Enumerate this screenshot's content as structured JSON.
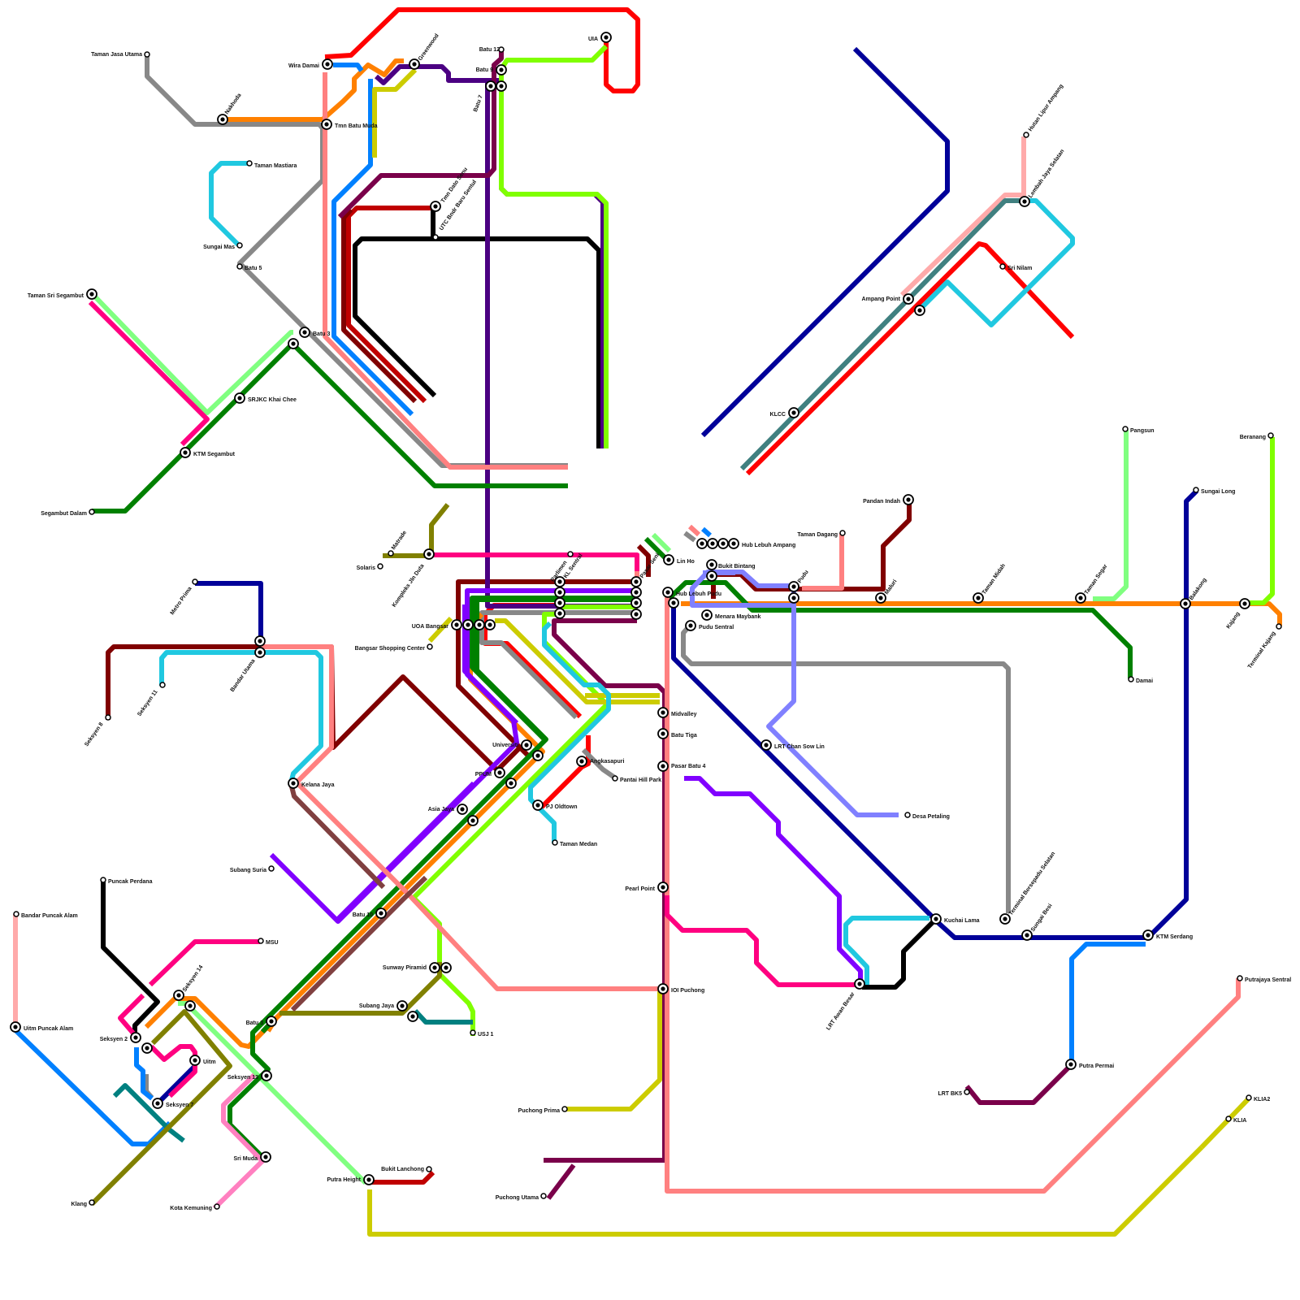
{
  "lines": [
    {
      "id": "red-north",
      "color": "#ff0000"
    },
    {
      "id": "red-ampang",
      "color": "#ff0000"
    },
    {
      "id": "red-angkasapuri",
      "color": "#ff0000"
    },
    {
      "id": "red-kl",
      "color": "#ff0000"
    },
    {
      "id": "crimson",
      "color": "#c00000"
    },
    {
      "id": "crimson-putra",
      "color": "#c00000"
    },
    {
      "id": "maroon-west",
      "color": "#800000"
    },
    {
      "id": "maroon-kl",
      "color": "#800000"
    },
    {
      "id": "maroon-pudu",
      "color": "#800000"
    },
    {
      "id": "maroon-east",
      "color": "#800000"
    },
    {
      "id": "maroon-2",
      "color": "#800000"
    },
    {
      "id": "black-north",
      "color": "#000000"
    },
    {
      "id": "black-south",
      "color": "#000000"
    },
    {
      "id": "black-puncak",
      "color": "#000000"
    },
    {
      "id": "black-west",
      "color": "#000000"
    },
    {
      "id": "grey-north",
      "color": "#888888"
    },
    {
      "id": "grey-south",
      "color": "#888888"
    },
    {
      "id": "grey-bangsar",
      "color": "#888888"
    },
    {
      "id": "grey-pantai",
      "color": "#888888"
    },
    {
      "id": "grey-stub",
      "color": "#888888"
    },
    {
      "id": "grey-klang",
      "color": "#888888"
    },
    {
      "id": "orange-north",
      "color": "#ff8000"
    },
    {
      "id": "orange-hub",
      "color": "#ff8000"
    },
    {
      "id": "orange-south",
      "color": "#ff8000"
    },
    {
      "id": "orange-kajang",
      "color": "#ff8000"
    },
    {
      "id": "orange-shah",
      "color": "#ff8000"
    },
    {
      "id": "blue-north",
      "color": "#0080ff"
    },
    {
      "id": "blue-stub",
      "color": "#0080ff"
    },
    {
      "id": "blue-puncak",
      "color": "#0080ff"
    },
    {
      "id": "blue-klang",
      "color": "#0080ff"
    },
    {
      "id": "blue-putra",
      "color": "#0080ff"
    },
    {
      "id": "blue-hub",
      "color": "#0080ff"
    },
    {
      "id": "navy-diag",
      "color": "#000099"
    },
    {
      "id": "navy-metro",
      "color": "#000099"
    },
    {
      "id": "navy-sungai",
      "color": "#000099"
    },
    {
      "id": "navy-kuchai",
      "color": "#000099"
    },
    {
      "id": "navy-klang",
      "color": "#000099"
    },
    {
      "id": "purple-north",
      "color": "#4b0082"
    },
    {
      "id": "purple-pasar",
      "color": "#4b0082"
    },
    {
      "id": "violet-main",
      "color": "#8000ff"
    },
    {
      "id": "violet-east",
      "color": "#8000ff"
    },
    {
      "id": "violet-subang",
      "color": "#8000ff"
    },
    {
      "id": "violet-2",
      "color": "#8000ff"
    },
    {
      "id": "plum-north",
      "color": "#7a004a"
    },
    {
      "id": "plum-kl",
      "color": "#7a004a"
    },
    {
      "id": "plum-bk",
      "color": "#7a004a"
    },
    {
      "id": "plum-mid",
      "color": "#7a004a"
    },
    {
      "id": "lime-north",
      "color": "#80ff00"
    },
    {
      "id": "lime-south",
      "color": "#80ff00"
    },
    {
      "id": "lime-kajang",
      "color": "#80ff00"
    },
    {
      "id": "lime-sunway",
      "color": "#80ff00"
    },
    {
      "id": "lime-kl",
      "color": "#80ff00"
    },
    {
      "id": "lightgreen-west",
      "color": "#80ff80"
    },
    {
      "id": "lightgreen-pangsun",
      "color": "#80ff80"
    },
    {
      "id": "lightgreen-south",
      "color": "#80ff80"
    },
    {
      "id": "lightgreen-stub",
      "color": "#80ff80"
    },
    {
      "id": "green-west",
      "color": "#008000"
    },
    {
      "id": "green-north",
      "color": "#008000"
    },
    {
      "id": "green-east",
      "color": "#008000"
    },
    {
      "id": "green-kl",
      "color": "#008000"
    },
    {
      "id": "green-south",
      "color": "#008000"
    },
    {
      "id": "green-2",
      "color": "#008000"
    },
    {
      "id": "green-stub",
      "color": "#008000"
    },
    {
      "id": "yellow-north",
      "color": "#cccc00"
    },
    {
      "id": "yellow-kl",
      "color": "#cccc00"
    },
    {
      "id": "yellow-mid",
      "color": "#cccc00"
    },
    {
      "id": "yellow-puchong",
      "color": "#cccc00"
    },
    {
      "id": "yellow-putra",
      "color": "#cccc00"
    },
    {
      "id": "yellow-klia",
      "color": "#cccc00"
    },
    {
      "id": "yellow-bangsar",
      "color": "#cccc00"
    },
    {
      "id": "salmon-north",
      "color": "#ff8080"
    },
    {
      "id": "salmon-kl",
      "color": "#ff8080"
    },
    {
      "id": "salmon-south",
      "color": "#ff8080"
    },
    {
      "id": "salmon-dagang",
      "color": "#ff8080"
    },
    {
      "id": "salmon-stub",
      "color": "#ff8080"
    },
    {
      "id": "salmon-2",
      "color": "#ff8080"
    },
    {
      "id": "pink-ampang",
      "color": "#ffaaaa"
    },
    {
      "id": "pink-puncak",
      "color": "#ffaaaa"
    },
    {
      "id": "magenta-west",
      "color": "#ff0080"
    },
    {
      "id": "magenta-kl",
      "color": "#ff0080"
    },
    {
      "id": "magenta-ioi",
      "color": "#ff0080"
    },
    {
      "id": "magenta-msu",
      "color": "#ff0080"
    },
    {
      "id": "magenta-2",
      "color": "#ff0080"
    },
    {
      "id": "magenta-3",
      "color": "#ff0080"
    },
    {
      "id": "hotpink",
      "color": "#ff80c0"
    },
    {
      "id": "cyan-north",
      "color": "#20c8e0"
    },
    {
      "id": "cyan-ampang",
      "color": "#20c8e0"
    },
    {
      "id": "cyan-west",
      "color": "#20c8e0"
    },
    {
      "id": "cyan-mid",
      "color": "#20c8e0"
    },
    {
      "id": "cyan-south",
      "color": "#20c8e0"
    },
    {
      "id": "teal-ampang",
      "color": "#408080"
    },
    {
      "id": "teal-subang",
      "color": "#008080"
    },
    {
      "id": "teal-klang",
      "color": "#008080"
    },
    {
      "id": "olive-north",
      "color": "#808000"
    },
    {
      "id": "olive-subang",
      "color": "#808000"
    },
    {
      "id": "olive-klang",
      "color": "#808000"
    },
    {
      "id": "periwinkle",
      "color": "#8080ff"
    },
    {
      "id": "periwinkle-2",
      "color": "#8080ff"
    },
    {
      "id": "brown",
      "color": "#804040"
    },
    {
      "id": "brown-2",
      "color": "#804040"
    }
  ],
  "stations": [
    {
      "name": "Batu 12"
    },
    {
      "name": "UIA"
    },
    {
      "name": "Batu 9"
    },
    {
      "name": "Batu 7"
    },
    {
      "name": "Taman Jasa Utama"
    },
    {
      "name": "Wira Damai"
    },
    {
      "name": "Greenwood"
    },
    {
      "name": "Nakhoda"
    },
    {
      "name": "Tmn Batu Muda"
    },
    {
      "name": "Taman Mastiara"
    },
    {
      "name": "Sungai Mas"
    },
    {
      "name": "Batu 5"
    },
    {
      "name": "Tmn Dato Senu"
    },
    {
      "name": "UTC Bndr Baru Sentul"
    },
    {
      "name": "Taman Sri Segambut"
    },
    {
      "name": "Batu 3"
    },
    {
      "name": "SRJKC Khai Chee"
    },
    {
      "name": "KTM Segambut"
    },
    {
      "name": "Segambut Dalam"
    },
    {
      "name": "Hutan Lipur Ampang"
    },
    {
      "name": "Lembah Jaya Selatan"
    },
    {
      "name": "Sri Nilam"
    },
    {
      "name": "Ampang Point"
    },
    {
      "name": "KLCC"
    },
    {
      "name": "Solaris"
    },
    {
      "name": "Matrade"
    },
    {
      "name": "Kompleks Jln Duta"
    },
    {
      "name": "Parlimen"
    },
    {
      "name": "KL Sentral"
    },
    {
      "name": "Pasar Seni"
    },
    {
      "name": "Lin Ho"
    },
    {
      "name": "Hub Lebuh Ampang"
    },
    {
      "name": "Bukit Bintang"
    },
    {
      "name": "Hub Lebuh Pudu"
    },
    {
      "name": "Menara Maybank"
    },
    {
      "name": "Pudu Sentral"
    },
    {
      "name": "Taman Dagang"
    },
    {
      "name": "Pudu"
    },
    {
      "name": "Maluri"
    },
    {
      "name": "Pandan Indah"
    },
    {
      "name": "Taman Midah"
    },
    {
      "name": "Taman Segar"
    },
    {
      "name": "Pangsun"
    },
    {
      "name": "Damai"
    },
    {
      "name": "Sungai Long"
    },
    {
      "name": "Balakong"
    },
    {
      "name": "Beranang"
    },
    {
      "name": "Kajang"
    },
    {
      "name": "Terminal Kajang"
    },
    {
      "name": "Metro Prima"
    },
    {
      "name": "Bandar Utama"
    },
    {
      "name": "Seksyen 8"
    },
    {
      "name": "Seksyen 11"
    },
    {
      "name": "UOA Bangsar"
    },
    {
      "name": "Bangsar Shopping Center"
    },
    {
      "name": "Midvalley"
    },
    {
      "name": "Batu Tiga"
    },
    {
      "name": "Pasar Batu 4"
    },
    {
      "name": "Angkasapuri"
    },
    {
      "name": "Pantai Hill Park"
    },
    {
      "name": "Universiti"
    },
    {
      "name": "PPUM"
    },
    {
      "name": "PJ Oldtown"
    },
    {
      "name": "Taman Medan"
    },
    {
      "name": "LRT Chan Sow Lin"
    },
    {
      "name": "Desa Petaling"
    },
    {
      "name": "Kelana Jaya"
    },
    {
      "name": "Asia Jaya"
    },
    {
      "name": "Pearl Point"
    },
    {
      "name": "Puncak Perdana"
    },
    {
      "name": "Subang Suria"
    },
    {
      "name": "Batu 10"
    },
    {
      "name": "Bandar Puncak Alam"
    },
    {
      "name": "MSU"
    },
    {
      "name": "Kuchai Lama"
    },
    {
      "name": "Terminal Bersepadu Selatan"
    },
    {
      "name": "Sungai Besi"
    },
    {
      "name": "KTM Serdang"
    },
    {
      "name": "Seksyen 14"
    },
    {
      "name": "Sunway Piramid"
    },
    {
      "name": "IOI Puchong"
    },
    {
      "name": "LRT Awan Besar"
    },
    {
      "name": "Putrajaya Sentral"
    },
    {
      "name": "Uitm Puncak Alam"
    },
    {
      "name": "Seksyen 2"
    },
    {
      "name": "Uitm"
    },
    {
      "name": "Subang Jaya"
    },
    {
      "name": "Batu 3"
    },
    {
      "name": "USJ 1"
    },
    {
      "name": "Seksyen 13"
    },
    {
      "name": "Seksyen 7"
    },
    {
      "name": "Putra Permai"
    },
    {
      "name": "LRT BK5"
    },
    {
      "name": "Puchong Prima"
    },
    {
      "name": "KLIA2"
    },
    {
      "name": "KLIA"
    },
    {
      "name": "Sri Muda"
    },
    {
      "name": "Klang"
    },
    {
      "name": "Bukit Lanchong"
    },
    {
      "name": "Putra Height"
    },
    {
      "name": "Puchong Utama"
    },
    {
      "name": "Kota Kemuning"
    }
  ]
}
